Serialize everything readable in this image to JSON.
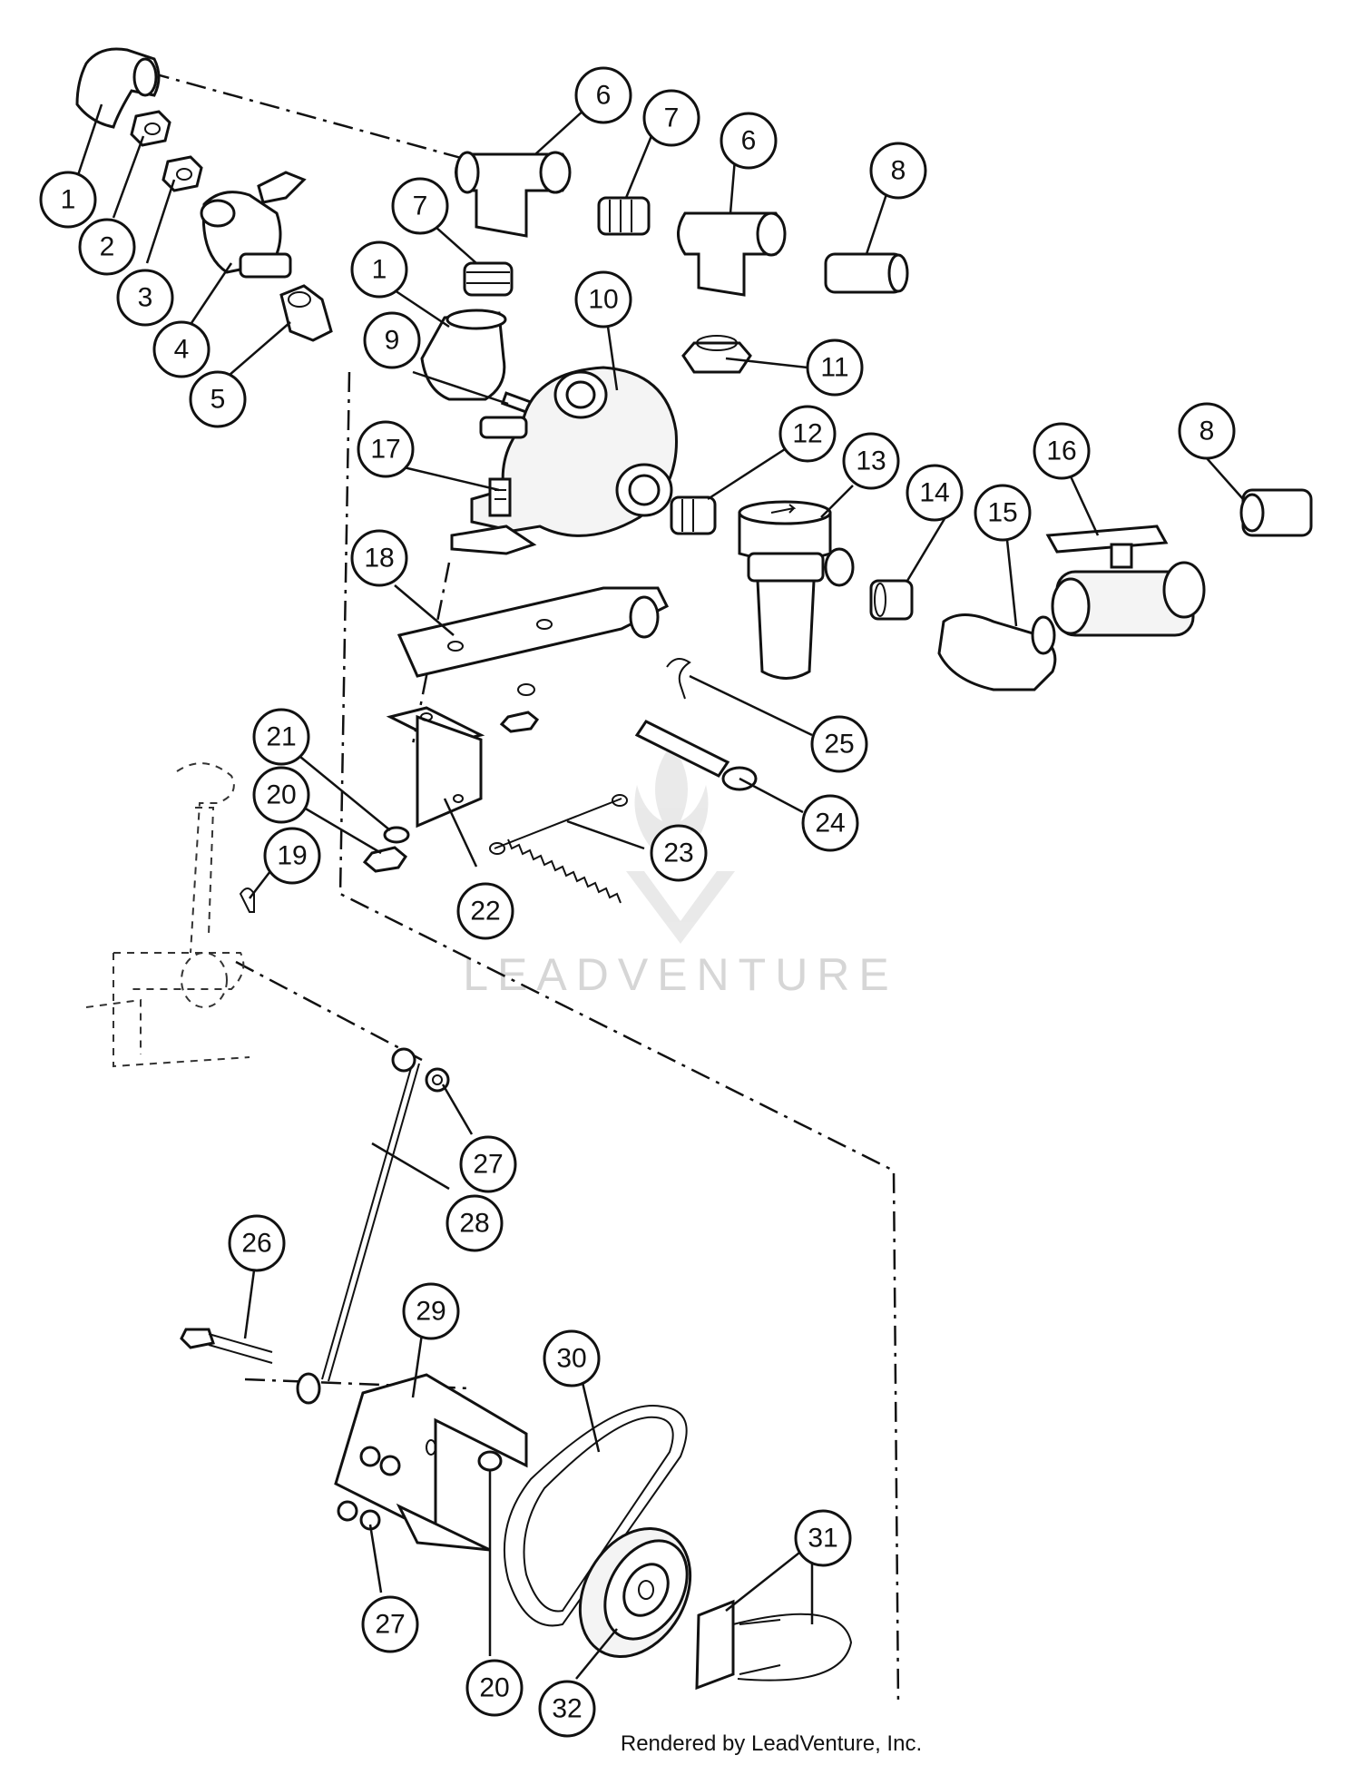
{
  "watermark": "LEADVENTURE",
  "footer": "Rendered by LeadVenture, Inc.",
  "callouts": [
    "1",
    "2",
    "3",
    "4",
    "5",
    "6",
    "7",
    "6",
    "8",
    "7",
    "1",
    "10",
    "9",
    "11",
    "17",
    "12",
    "13",
    "16",
    "8",
    "14",
    "15",
    "18",
    "25",
    "21",
    "20",
    "24",
    "19",
    "23",
    "22",
    "27",
    "28",
    "26",
    "29",
    "30",
    "31",
    "27",
    "20",
    "32"
  ]
}
